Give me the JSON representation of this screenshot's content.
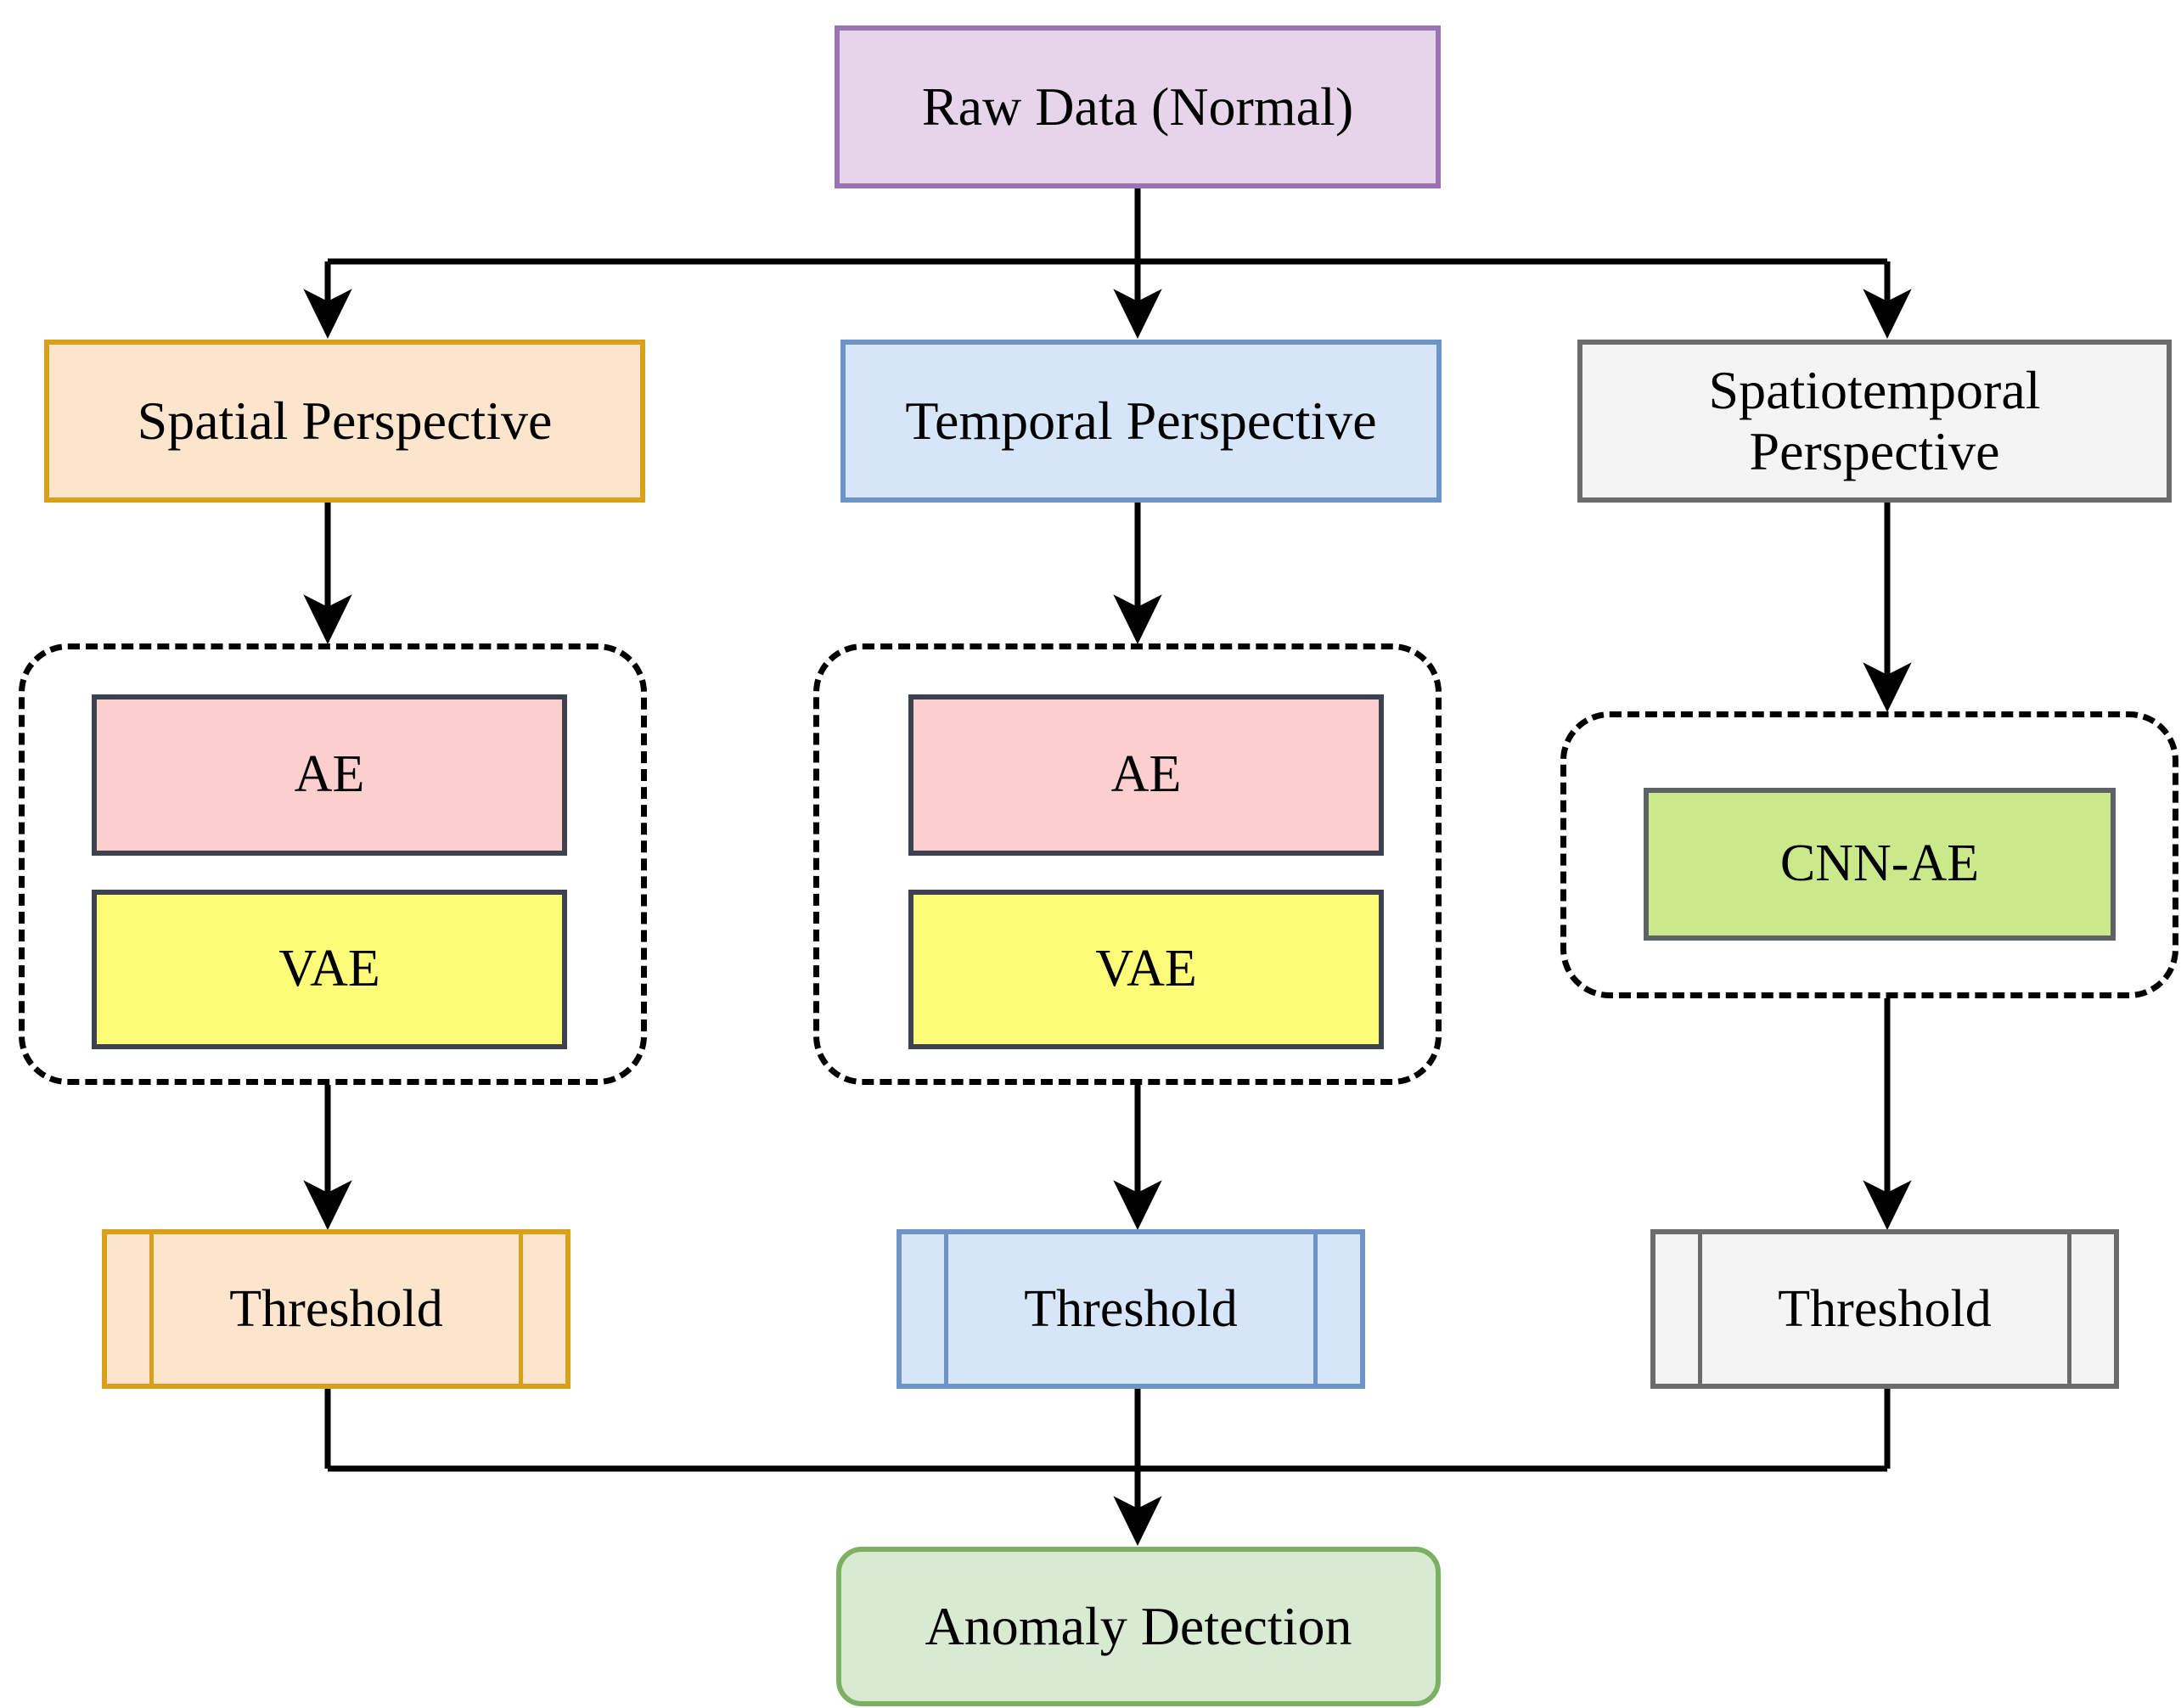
{
  "diagram": {
    "title_node": "Raw Data (Normal)",
    "branches": [
      {
        "perspective": "Spatial Perspective",
        "perspective_line1": "Spatial Perspective",
        "perspective_line2": "",
        "models": [
          "AE",
          "VAE"
        ],
        "threshold": "Threshold",
        "accent_color": "#d8a01b",
        "fill_color": "#fce5cd"
      },
      {
        "perspective": "Temporal Perspective",
        "perspective_line1": "Temporal Perspective",
        "perspective_line2": "",
        "models": [
          "AE",
          "VAE"
        ],
        "threshold": "Threshold",
        "accent_color": "#6d94c9",
        "fill_color": "#d6e5f7"
      },
      {
        "perspective": "Spatiotemporal Perspective",
        "perspective_line1": "Spatiotemporal",
        "perspective_line2": "Perspective",
        "models": [
          "CNN-AE"
        ],
        "threshold": "Threshold",
        "accent_color": "#6b6b6b",
        "fill_color": "#f4f4f4"
      }
    ],
    "output_node": "Anomaly Detection",
    "colors": {
      "raw_data_fill": "#e5d4ea",
      "raw_data_border": "#9a73b4",
      "ae_fill": "#fccfcf",
      "vae_fill": "#fcfc78",
      "cnnae_fill": "#cae98a",
      "model_border": "#3c4250",
      "anomaly_fill": "#d9ead3",
      "anomaly_border": "#7cb063",
      "edge_color": "#000000",
      "group_border": "#000000",
      "background": "#ffffff"
    }
  }
}
